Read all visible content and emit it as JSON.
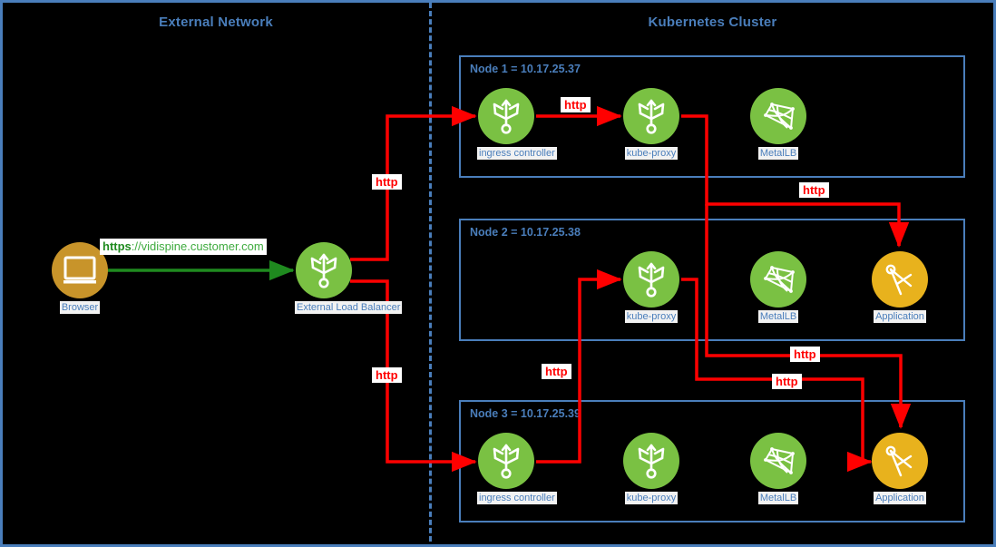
{
  "diagram": {
    "title_external": "External Network",
    "title_cluster": "Kubernetes Cluster",
    "colors": {
      "frame_blue": "#4a7ebb",
      "node_green": "#7ac143",
      "app_amber": "#e8b21d",
      "browser_bronze": "#c8942a",
      "flow_red": "#ff0000",
      "flow_green": "#1f8a1f",
      "background": "#000000"
    }
  },
  "external": {
    "browser": {
      "label": "Browser",
      "icon": "monitor-icon"
    },
    "load_balancer": {
      "label": "External Load Balancer",
      "icon": "load-balancer-icon"
    },
    "url": {
      "scheme": "https",
      "rest": "://vidispine.customer.com"
    }
  },
  "nodes": [
    {
      "id": "node1",
      "label": "Node 1 = 10.17.25.37",
      "components": [
        {
          "label": "ingress controller",
          "icon": "load-balancer-icon",
          "kind": "green"
        },
        {
          "label": "kube-proxy",
          "icon": "load-balancer-icon",
          "kind": "green"
        },
        {
          "label": "MetalLB",
          "icon": "mesh-net-icon",
          "kind": "green"
        }
      ]
    },
    {
      "id": "node2",
      "label": "Node 2 = 10.17.25.38",
      "components": [
        {
          "label": "kube-proxy",
          "icon": "load-balancer-icon",
          "kind": "green"
        },
        {
          "label": "MetalLB",
          "icon": "mesh-net-icon",
          "kind": "green"
        },
        {
          "label": "Application",
          "icon": "compass-icon",
          "kind": "amber"
        }
      ]
    },
    {
      "id": "node3",
      "label": "Node 3 = 10.17.25.39",
      "components": [
        {
          "label": "ingress controller",
          "icon": "load-balancer-icon",
          "kind": "green"
        },
        {
          "label": "kube-proxy",
          "icon": "load-balancer-icon",
          "kind": "green"
        },
        {
          "label": "MetalLB",
          "icon": "mesh-net-icon",
          "kind": "green"
        },
        {
          "label": "Application",
          "icon": "compass-icon",
          "kind": "amber"
        }
      ]
    }
  ],
  "flow_labels": {
    "lb_to_node1": "http",
    "ingress1_to_proxy1": "http",
    "proxy1_to_app2": "http",
    "lb_to_node3": "http",
    "ingress3_to_proxy2": "http",
    "proxy2_to_app3": "http",
    "proxy1_to_app3": "http"
  }
}
